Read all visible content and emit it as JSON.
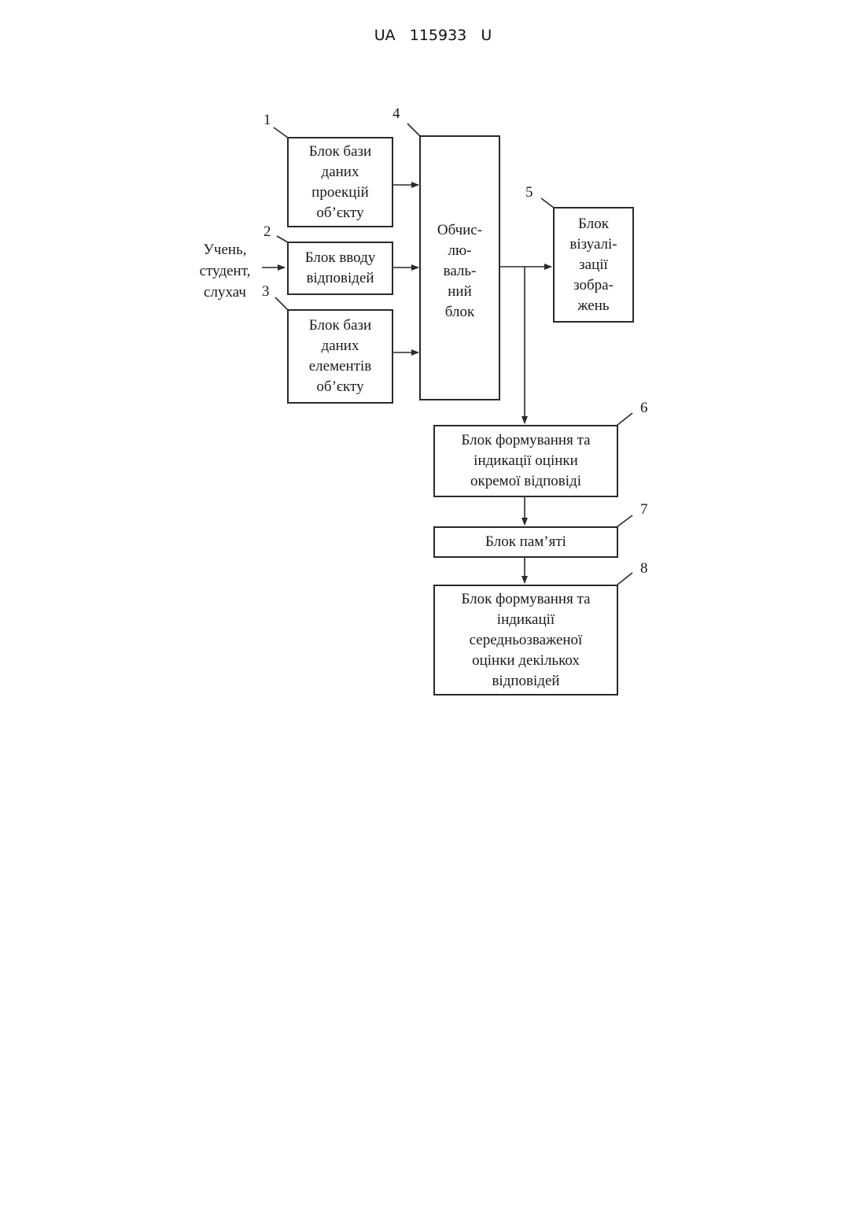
{
  "header": {
    "text": "UA   115933   U"
  },
  "external_input": {
    "lines": [
      "Учень,",
      "студент,",
      "слухач"
    ]
  },
  "blocks": [
    {
      "ref": "1",
      "lines": [
        "Блок бази",
        "даних",
        "проекцій",
        "об’єкту"
      ]
    },
    {
      "ref": "2",
      "lines": [
        "Блок вводу",
        "відповідей"
      ]
    },
    {
      "ref": "3",
      "lines": [
        "Блок бази",
        "даних",
        "елементів",
        "об’єкту"
      ]
    },
    {
      "ref": "4",
      "lines": [
        "Обчис-",
        "лю-",
        "валь-",
        "ний",
        "блок"
      ]
    },
    {
      "ref": "5",
      "lines": [
        "Блок",
        "візуалі-",
        "зації",
        "зобра-",
        "жень"
      ]
    },
    {
      "ref": "6",
      "lines": [
        "Блок формування та",
        "індикації оцінки",
        "окремої відповіді"
      ]
    },
    {
      "ref": "7",
      "lines": [
        "Блок пам’яті"
      ]
    },
    {
      "ref": "8",
      "lines": [
        "Блок формування та",
        "індикації",
        "середньозваженої",
        "оцінки декількох",
        "відповідей"
      ]
    }
  ],
  "ports": [
    "1",
    "2",
    "3"
  ]
}
